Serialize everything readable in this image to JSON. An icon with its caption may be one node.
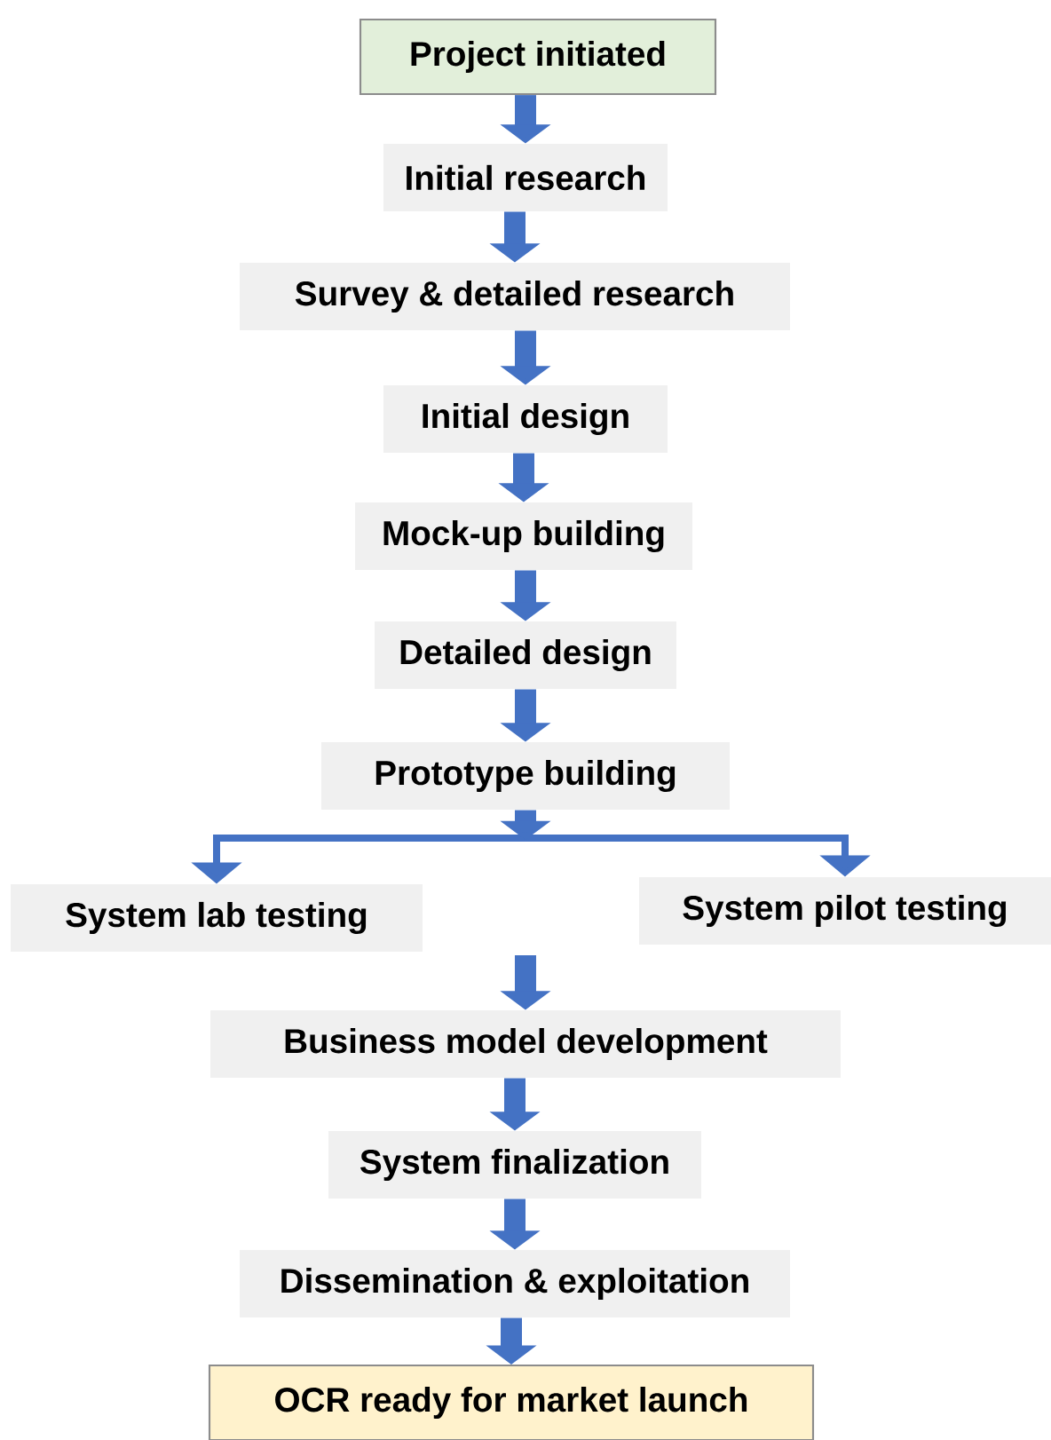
{
  "diagram": {
    "nodes": [
      {
        "text": [
          "Project initiated"
        ]
      },
      {
        "text": [
          "Initial research"
        ]
      },
      {
        "text": [
          "Survey & detailed research"
        ]
      },
      {
        "text": [
          "Initial design"
        ]
      },
      {
        "text": [
          "Mock-up building"
        ]
      },
      {
        "text": [
          "Detailed design"
        ]
      },
      {
        "text": [
          "Prototype building"
        ]
      },
      {
        "text": [
          "System lab testing"
        ]
      },
      {
        "text": [
          "System pilot testing"
        ]
      },
      {
        "text": [
          "Business model development"
        ]
      },
      {
        "text": [
          "System finalization"
        ]
      },
      {
        "text": [
          "Dissemination & exploitation"
        ]
      },
      {
        "text": [
          "OCR ready for market launch"
        ]
      }
    ],
    "edges": [
      {
        "from": 0,
        "to": 1,
        "arrow": "to"
      },
      {
        "from": 1,
        "to": 2,
        "arrow": "to"
      },
      {
        "from": 2,
        "to": 3,
        "arrow": "to"
      },
      {
        "from": 3,
        "to": 4,
        "arrow": "to"
      },
      {
        "from": 4,
        "to": 5,
        "arrow": "to"
      },
      {
        "from": 5,
        "to": 6,
        "arrow": "to"
      },
      {
        "from": 6,
        "to": 7,
        "arrow": "to"
      },
      {
        "from": 6,
        "to": 8,
        "arrow": "to"
      },
      {
        "from": null,
        "to": 9,
        "arrow": "to"
      },
      {
        "from": 9,
        "to": 10,
        "arrow": "to"
      },
      {
        "from": 10,
        "to": 11,
        "arrow": "to"
      },
      {
        "from": 11,
        "to": 12,
        "arrow": "to"
      }
    ]
  }
}
